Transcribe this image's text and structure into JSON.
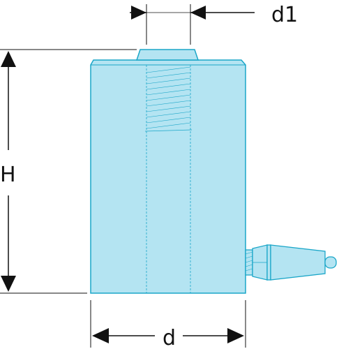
{
  "labels": {
    "height": "H",
    "diameter": "d",
    "thread_diameter": "d1"
  },
  "colors": {
    "body_fill": "#b4e4f2",
    "outline": "#1aa6c8",
    "dimension": "#111111"
  }
}
